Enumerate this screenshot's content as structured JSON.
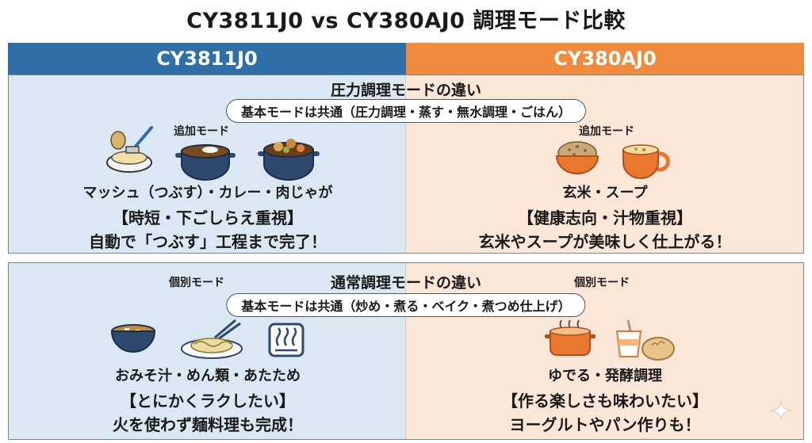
{
  "title": "CY3811J0 vs CY380AJ0 調理モード比較",
  "models": {
    "left": "CY3811J0",
    "right": "CY380AJ0"
  },
  "pressure": {
    "section_title": "圧力調理モードの違い",
    "common": "基本モードは共通（圧力調理・蒸す・無水調理・ごはん）",
    "left": {
      "label": "追加モード",
      "modes": "マッシュ（つぶす）・カレー・肉じゃが",
      "feature": "【時短・下ごしらえ重視】",
      "desc": "自動で「つぶす」工程まで完了！"
    },
    "right": {
      "label": "追加モード",
      "modes": "玄米・スープ",
      "feature": "【健康志向・汁物重視】",
      "desc": "玄米やスープが美味しく仕上がる！"
    }
  },
  "normal": {
    "section_title": "通常調理モードの違い",
    "common": "基本モードは共通（炒め・煮る・ベイク・煮つめ仕上げ）",
    "left": {
      "label": "個別モード",
      "modes": "おみそ汁・めん類・あたため",
      "feature": "【とにかくラクしたい】",
      "desc": "火を使わず麺料理も完成！"
    },
    "right": {
      "label": "個別モード",
      "modes": "ゆでる・発酵調理",
      "feature": "【作る楽しさも味わいたい】",
      "desc": "ヨーグルトやパン作りも！"
    }
  },
  "icons": {
    "pressure_left": [
      "potato-masher-icon",
      "curry-pot-icon",
      "nikujaga-pot-icon"
    ],
    "pressure_right": [
      "brown-rice-bowl-icon",
      "soup-cup-icon"
    ],
    "normal_left": [
      "miso-soup-bowl-icon",
      "noodle-plate-icon",
      "steam-reheat-icon"
    ],
    "normal_right": [
      "boiling-pot-icon",
      "yogurt-bread-icon"
    ]
  },
  "colors": {
    "left_header": "#2f6fa8",
    "right_header": "#f08a3c",
    "left_bg": "#dbe8f3",
    "right_bg": "#fbe7d8"
  }
}
